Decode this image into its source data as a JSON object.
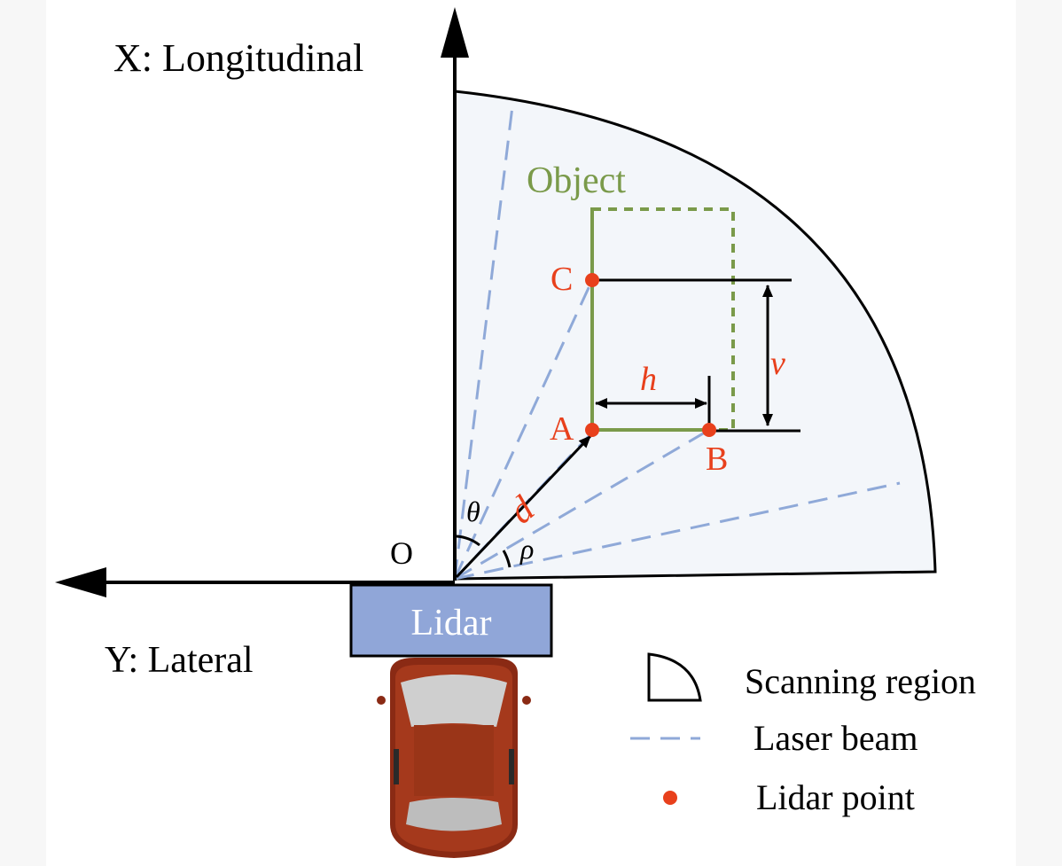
{
  "axes": {
    "x_label": "X: Longitudinal",
    "y_label": "Y: Lateral",
    "origin_label": "O"
  },
  "sensor": {
    "label": "Lidar"
  },
  "object": {
    "label": "Object"
  },
  "points": {
    "a": "A",
    "b": "B",
    "c": "C"
  },
  "dimensions": {
    "h": "h",
    "v": "v",
    "d": "d"
  },
  "angles": {
    "theta": "θ",
    "rho": "ρ"
  },
  "legend": {
    "scanning_region": "Scanning region",
    "laser_beam": "Laser beam",
    "lidar_point": "Lidar point"
  },
  "colors": {
    "axis": "#000000",
    "scan_fill": "#f2f5fa",
    "laser_beam": "#8fa9d8",
    "object": "#7a9a4a",
    "lidar_point": "#e8401c",
    "lidar_box_fill": "#90a6d8",
    "label_red": "#e8401c"
  }
}
